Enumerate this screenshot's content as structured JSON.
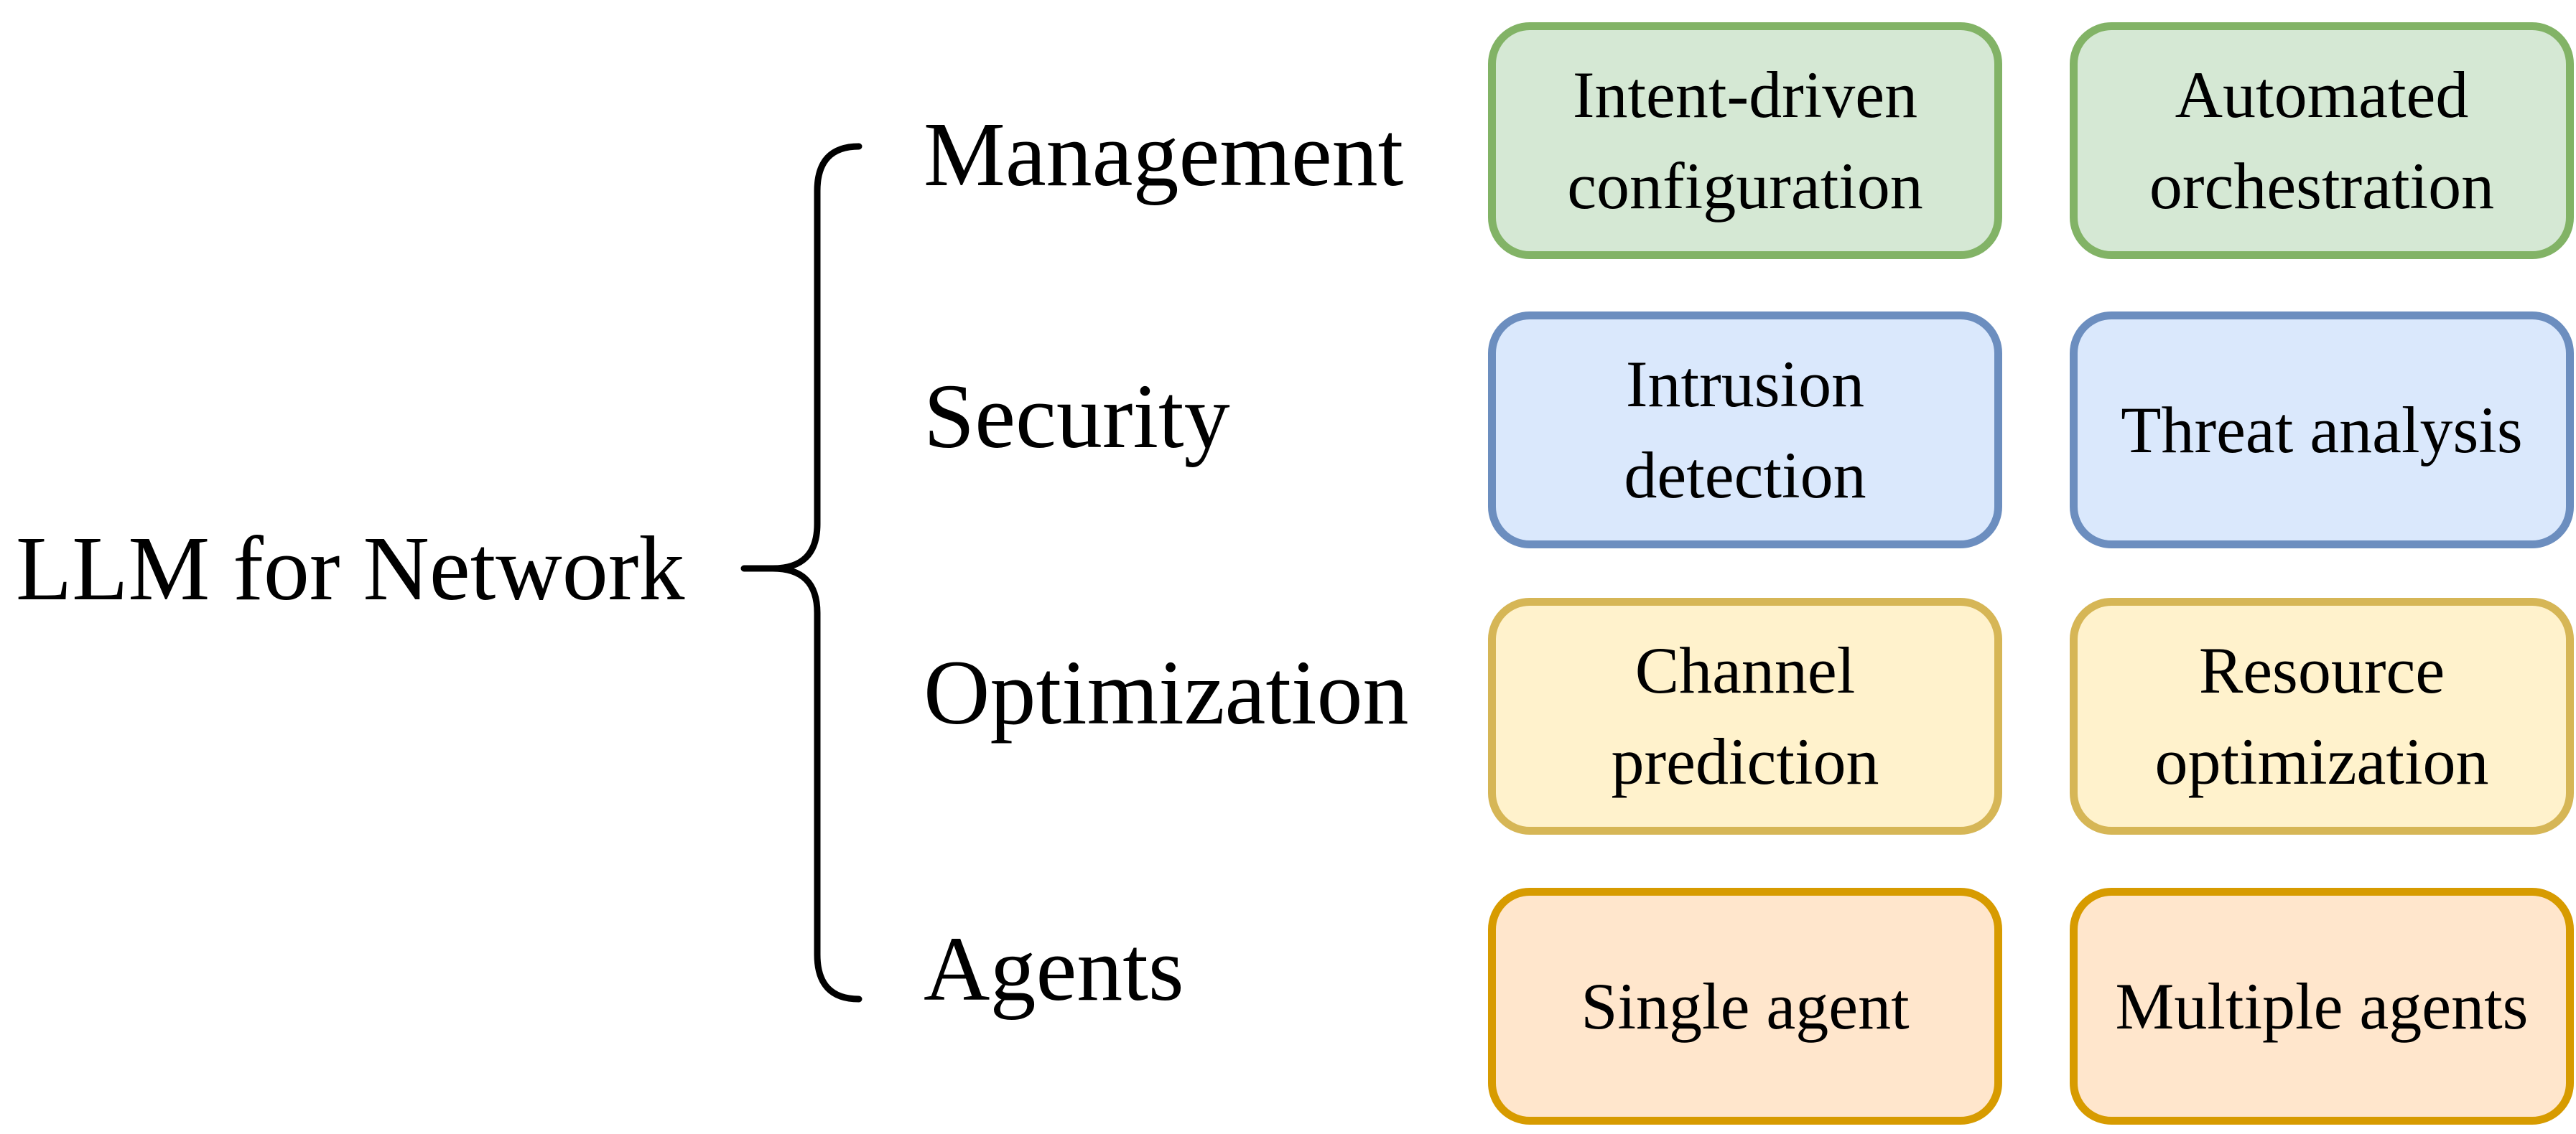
{
  "figure": {
    "root_label": "LLM for Network",
    "background": "#ffffff",
    "text_color": "#000000",
    "line_color": "#000000",
    "categories": [
      {
        "label": "Management",
        "colors": {
          "fill": "#d5e8d4",
          "stroke": "#82b366"
        },
        "items": [
          "Intent-driven configuration",
          "Automated orchestration"
        ]
      },
      {
        "label": "Security",
        "colors": {
          "fill": "#dae8fc",
          "stroke": "#6c8ebf"
        },
        "items": [
          "Intrusion detection",
          "Threat analysis"
        ]
      },
      {
        "label": "Optimization",
        "colors": {
          "fill": "#fff2cc",
          "stroke": "#d6b656"
        },
        "items": [
          "Channel prediction",
          "Resource optimization"
        ]
      },
      {
        "label": "Agents",
        "colors": {
          "fill": "#ffe6cc",
          "stroke": "#d79b00"
        },
        "items": [
          "Single agent",
          "Multiple agents"
        ]
      }
    ]
  }
}
